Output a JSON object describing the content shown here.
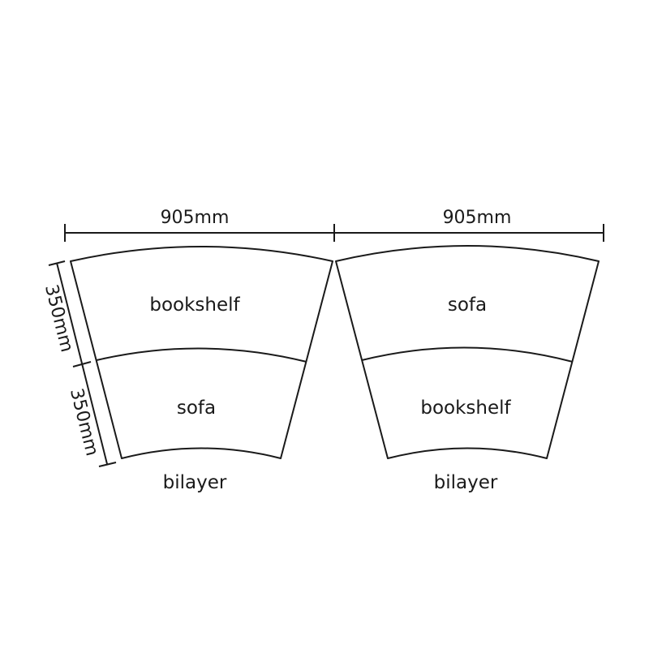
{
  "dimensions": {
    "top_left_width": "905mm",
    "top_right_width": "905mm",
    "side_upper_depth": "350mm",
    "side_lower_depth": "350mm"
  },
  "left_module": {
    "outer_section": "bookshelf",
    "inner_section": "sofa",
    "caption": "bilayer"
  },
  "right_module": {
    "outer_section": "sofa",
    "inner_section": "bookshelf",
    "caption": "bilayer"
  },
  "colors": {
    "stroke": "#1a1a1a",
    "background": "#ffffff"
  }
}
